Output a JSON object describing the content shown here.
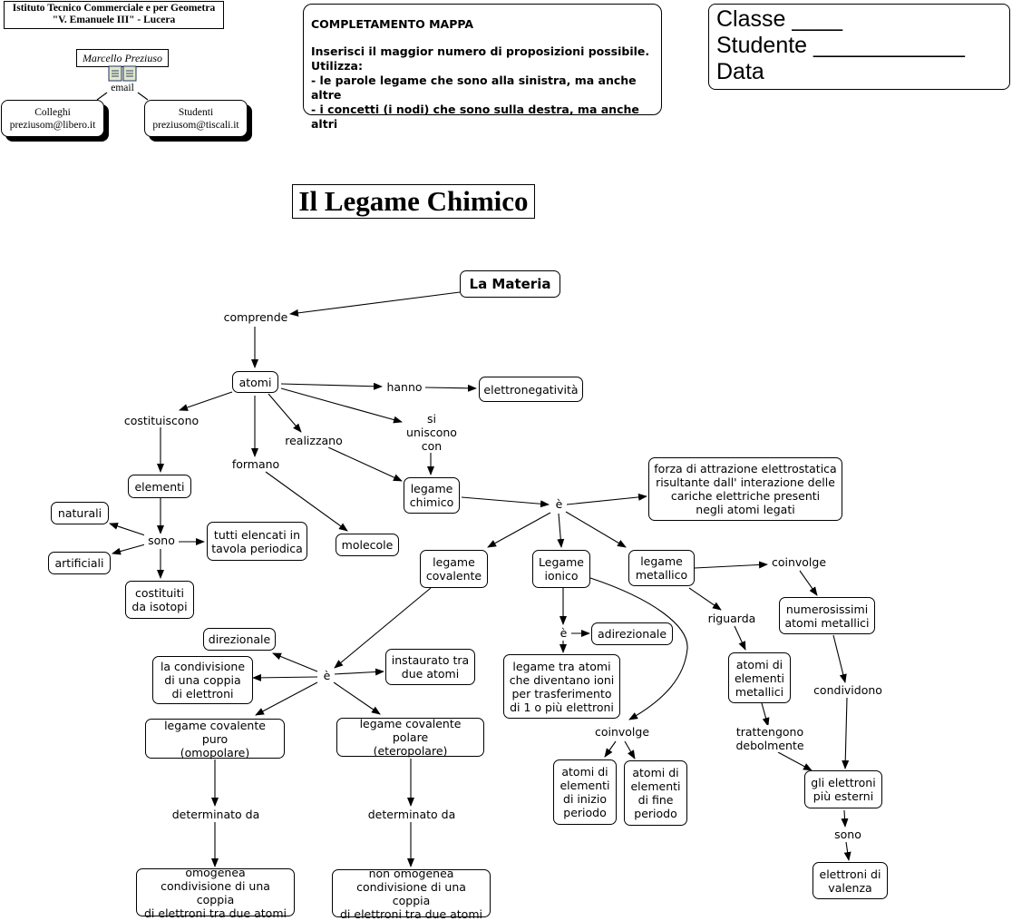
{
  "header": {
    "school": "Istituto Tecnico Commerciale e per Geometra\n\"V. Emanuele III\" - Lucera",
    "author": "Marcello Preziuso",
    "email_label": "email",
    "colleghi": {
      "label": "Colleghi",
      "email": "preziusom@libero.it"
    },
    "studenti": {
      "label": "Studenti",
      "email": "preziusom@tiscali.it"
    }
  },
  "instructions": {
    "title": "COMPLETAMENTO MAPPA",
    "lines": [
      "Inserisci il maggior numero di proposizioni possibile.",
      "Utilizza:",
      "- le parole legame che sono alla sinistra, ma anche altre",
      "- i concetti (i nodi) che sono sulla destra, ma anche altri"
    ]
  },
  "student_box": {
    "classe": "Classe ____",
    "studente": "Studente ____________",
    "data": "Data"
  },
  "page_title": "Il Legame Chimico",
  "concept_map": {
    "nodes": {
      "materia": "La Materia",
      "atomi": "atomi",
      "elettronegativita": "elettronegatività",
      "elementi": "elementi",
      "naturali": "naturali",
      "artificiali": "artificiali",
      "tavola": "tutti elencati in\ntavola periodica",
      "isotopi": "costituiti\nda isotopi",
      "molecole": "molecole",
      "legame_chimico": "legame\nchimico",
      "forza": "forza di attrazione elettrostatica\nrisultante dall' interazione delle\ncariche elettriche presenti\nnegli atomi legati",
      "covalente": "legame\ncovalente",
      "ionico": "Legame\nionico",
      "metallico": "legame\nmetallico",
      "direzionale": "direzionale",
      "condivisione": "la condivisione\ndi una coppia\ndi elettroni",
      "instaurato": "instaurato tra\ndue atomi",
      "puro": "legame covalente puro\n(omopolare)",
      "polare": "legame covalente polare\n(eteropolare)",
      "omogenea": "omogenea\ncondivisione di una coppia\ndi elettroni tra due atomi",
      "non_omogenea": "non omogenea\ncondivisione di una coppia\ndi elettroni tra due atomi",
      "adirezionale": "adirezionale",
      "legame_ioni": "legame tra atomi\nche diventano ioni\nper trasferimento\ndi 1 o più elettroni",
      "inizio": "atomi di\nelementi\ndi inizio\nperiodo",
      "fine": "atomi di\nelementi\ndi fine\nperiodo",
      "numerosissimi": "numerosissimi\natomi metallici",
      "atomi_metallici": "atomi di\nelementi\nmetallici",
      "esterni": "gli elettroni\npiù esterni",
      "valenza": "elettroni di\nvalenza"
    },
    "links": {
      "comprende": "comprende",
      "hanno": "hanno",
      "costituiscono": "costituiscono",
      "si_uniscono": "si\nuniscono\ncon",
      "realizzano": "realizzano",
      "formano": "formano",
      "sono": "sono",
      "e_main": "è",
      "e_cov": "è",
      "e_ion": "è",
      "coinvolge_met": "coinvolge",
      "riguarda": "riguarda",
      "coinvolge_ion": "coinvolge",
      "condividono": "condividono",
      "trattengono": "trattengono\ndebolmente",
      "det_puro": "determinato da",
      "det_polare": "determinato da",
      "sono_esterni": "sono"
    }
  }
}
